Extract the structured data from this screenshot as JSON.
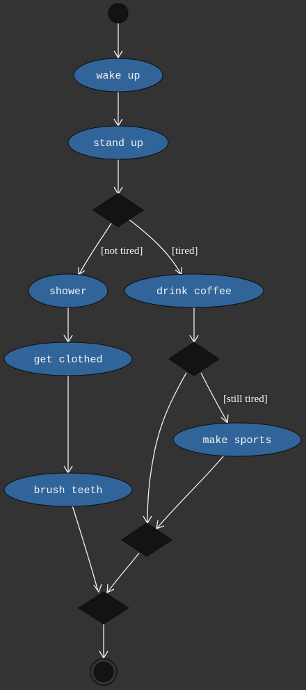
{
  "diagram": {
    "type": "activity-flowchart",
    "colors": {
      "background": "#333333",
      "activity_fill": "#31659a",
      "decision_fill": "#131313",
      "edge": "#f2f2f2",
      "text": "#f2f2f2"
    },
    "nodes": {
      "start": {
        "kind": "initial"
      },
      "wake_up": {
        "kind": "activity",
        "label": "wake up"
      },
      "stand_up": {
        "kind": "activity",
        "label": "stand up"
      },
      "decision_tired": {
        "kind": "decision"
      },
      "shower": {
        "kind": "activity",
        "label": "shower"
      },
      "get_clothed": {
        "kind": "activity",
        "label": "get clothed"
      },
      "brush_teeth": {
        "kind": "activity",
        "label": "brush teeth"
      },
      "drink_coffee": {
        "kind": "activity",
        "label": "drink coffee"
      },
      "decision_still_tired": {
        "kind": "decision"
      },
      "make_sports": {
        "kind": "activity",
        "label": "make sports"
      },
      "merge_sports": {
        "kind": "merge"
      },
      "merge_final": {
        "kind": "merge"
      },
      "end": {
        "kind": "final"
      }
    },
    "edges": [
      {
        "from": "start",
        "to": "wake_up"
      },
      {
        "from": "wake_up",
        "to": "stand_up"
      },
      {
        "from": "stand_up",
        "to": "decision_tired"
      },
      {
        "from": "decision_tired",
        "to": "shower",
        "label": "[not tired]"
      },
      {
        "from": "decision_tired",
        "to": "drink_coffee",
        "label": "[tired]"
      },
      {
        "from": "shower",
        "to": "get_clothed"
      },
      {
        "from": "get_clothed",
        "to": "brush_teeth"
      },
      {
        "from": "drink_coffee",
        "to": "decision_still_tired"
      },
      {
        "from": "decision_still_tired",
        "to": "make_sports",
        "label": "[still tired]"
      },
      {
        "from": "decision_still_tired",
        "to": "merge_sports"
      },
      {
        "from": "make_sports",
        "to": "merge_sports"
      },
      {
        "from": "brush_teeth",
        "to": "merge_final"
      },
      {
        "from": "merge_sports",
        "to": "merge_final"
      },
      {
        "from": "merge_final",
        "to": "end"
      }
    ]
  }
}
